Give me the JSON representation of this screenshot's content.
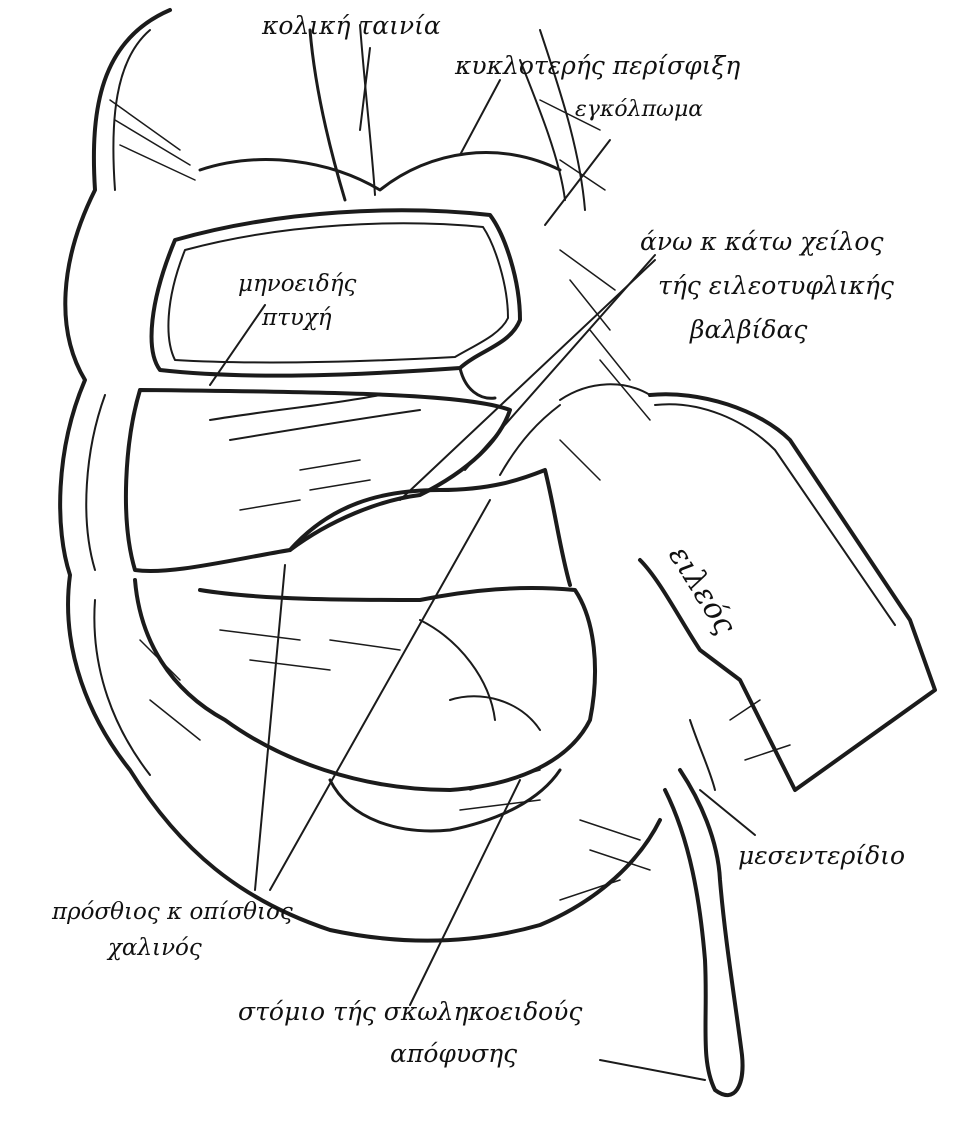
{
  "labels": {
    "koliki_tainia": "κολική ταινία",
    "kyklotereis_periesfixi": "κυκλοτερής περίσφιξη",
    "enkolpoma": "εγκόλπωμα",
    "ano_kato_line1": "άνω κ κάτω χείλος",
    "ano_kato_line2": "τής ειλεοτυφλικής",
    "ano_kato_line3": "βαλβίδας",
    "minoeides_line1": "μηνοειδής",
    "minoeides_line2": "πτυχή",
    "eileos": "ειλεός",
    "mesenteridio": "μεσεντερίδιο",
    "chalinos_line1": "πρόσθιος κ οπίσθιος",
    "chalinos_line2": "χαλινός",
    "stomio_line1": "στόμιο τής σκωληκοειδούς",
    "stomio_line2": "απόφυσης"
  },
  "colors": {
    "ink": "#1b1b1b",
    "paper": "#ffffff"
  }
}
